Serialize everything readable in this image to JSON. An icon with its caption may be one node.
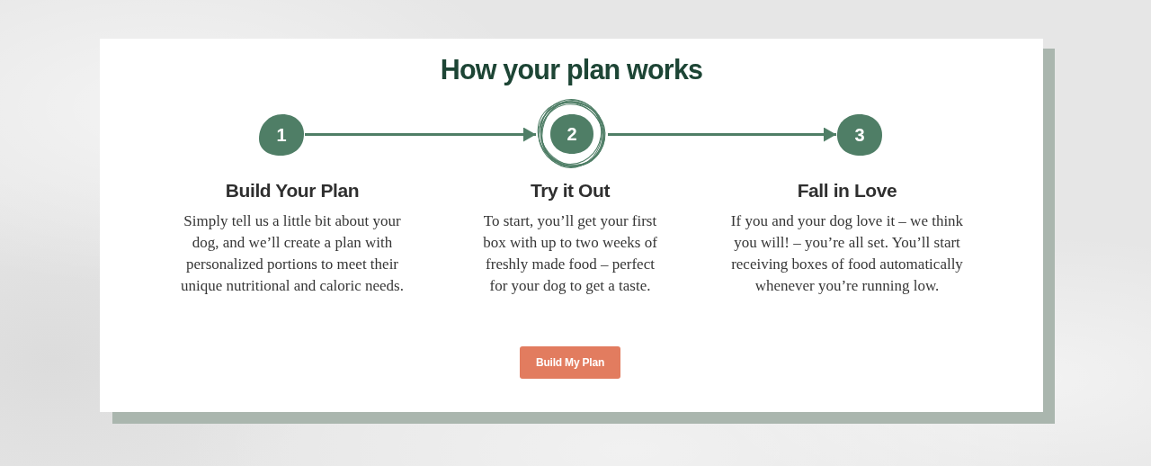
{
  "diagram": {
    "title": "How your plan works",
    "nodes": [
      {
        "text": [
          "1"
        ],
        "beside": [
          "Build Your Plan",
          "Simply tell us a little bit about your dog, and we’ll create a plan with personalized portions to meet their unique nutritional and caloric needs."
        ]
      },
      {
        "text": [
          "2"
        ],
        "beside": [
          "Try it Out",
          "To start, you’ll get your first box with up to two weeks of freshly made food – perfect for your dog to get a taste."
        ]
      },
      {
        "text": [
          "3"
        ],
        "beside": [
          "Fall in Love",
          "If you and your dog love it – we think you will! – you’re all set. You’ll start receiving boxes of food automatically whenever you’re running low."
        ]
      }
    ],
    "edges": [
      {
        "from": 0,
        "to": 1,
        "arrow": "to"
      },
      {
        "from": 1,
        "to": 2,
        "arrow": "to"
      }
    ],
    "labels": [
      "Build My Plan"
    ]
  }
}
